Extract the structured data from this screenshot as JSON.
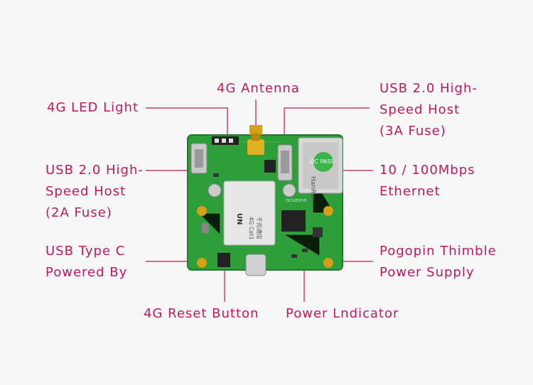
{
  "labels": {
    "antenna": "4G Antenna",
    "led_light": "4G LED Light",
    "usb_host_3a": "USB 2.0 High-\nSpeed Host\n(3A Fuse)",
    "usb_host_2a": "USB 2.0 High-\nSpeed Host\n(2A Fuse)",
    "ethernet": "10 / 100Mbps\nEthernet",
    "usb_type_c": "USB Type C\nPowered By",
    "pogopin": "Pogopin Thimble\nPower Supply",
    "reset_button": "4G Reset Button",
    "power_indicator": "Power Lndicator"
  },
  "board_text": {
    "module_line1": "4G Cat1",
    "module_line2": "千兆通信",
    "module_brand": "UN",
    "rj45_brand": "HanRun",
    "pass_sticker": "QC PASS",
    "silk": "ncuzone"
  },
  "colors": {
    "accent": "#c2185b",
    "pcb": "#2e9e3a",
    "pcb_dark": "#1f7a2b"
  }
}
